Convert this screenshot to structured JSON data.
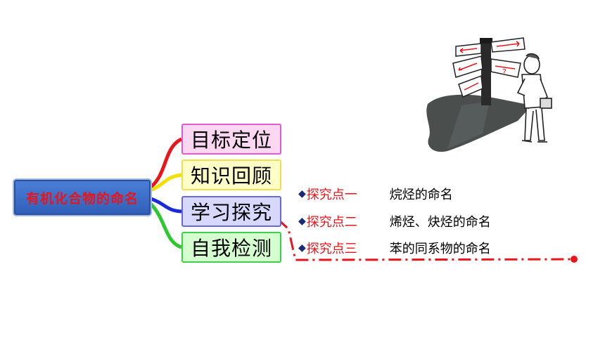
{
  "mindmap": {
    "root": {
      "label": "有机化合物的命名"
    },
    "branches": [
      {
        "label": "目标定位",
        "color": "#e8151b"
      },
      {
        "label": "知识回顾",
        "color": "#f3e000"
      },
      {
        "label": "学习探究",
        "color": "#1a2ad8"
      },
      {
        "label": "自我检测",
        "color": "#2ec82e"
      }
    ]
  },
  "explore_points": [
    {
      "label": "探究点一",
      "text": "烷烃的命名"
    },
    {
      "label": "探究点二",
      "text": "烯烃、炔烃的命名"
    },
    {
      "label": "探究点三",
      "text": "苯的同系物的命名"
    }
  ],
  "colors": {
    "accent_red": "#e8151b",
    "root_blue": "#3a6cc8"
  },
  "icons": {
    "bullet": "diamond-icon",
    "illustration": "signpost-thinker-illustration"
  }
}
